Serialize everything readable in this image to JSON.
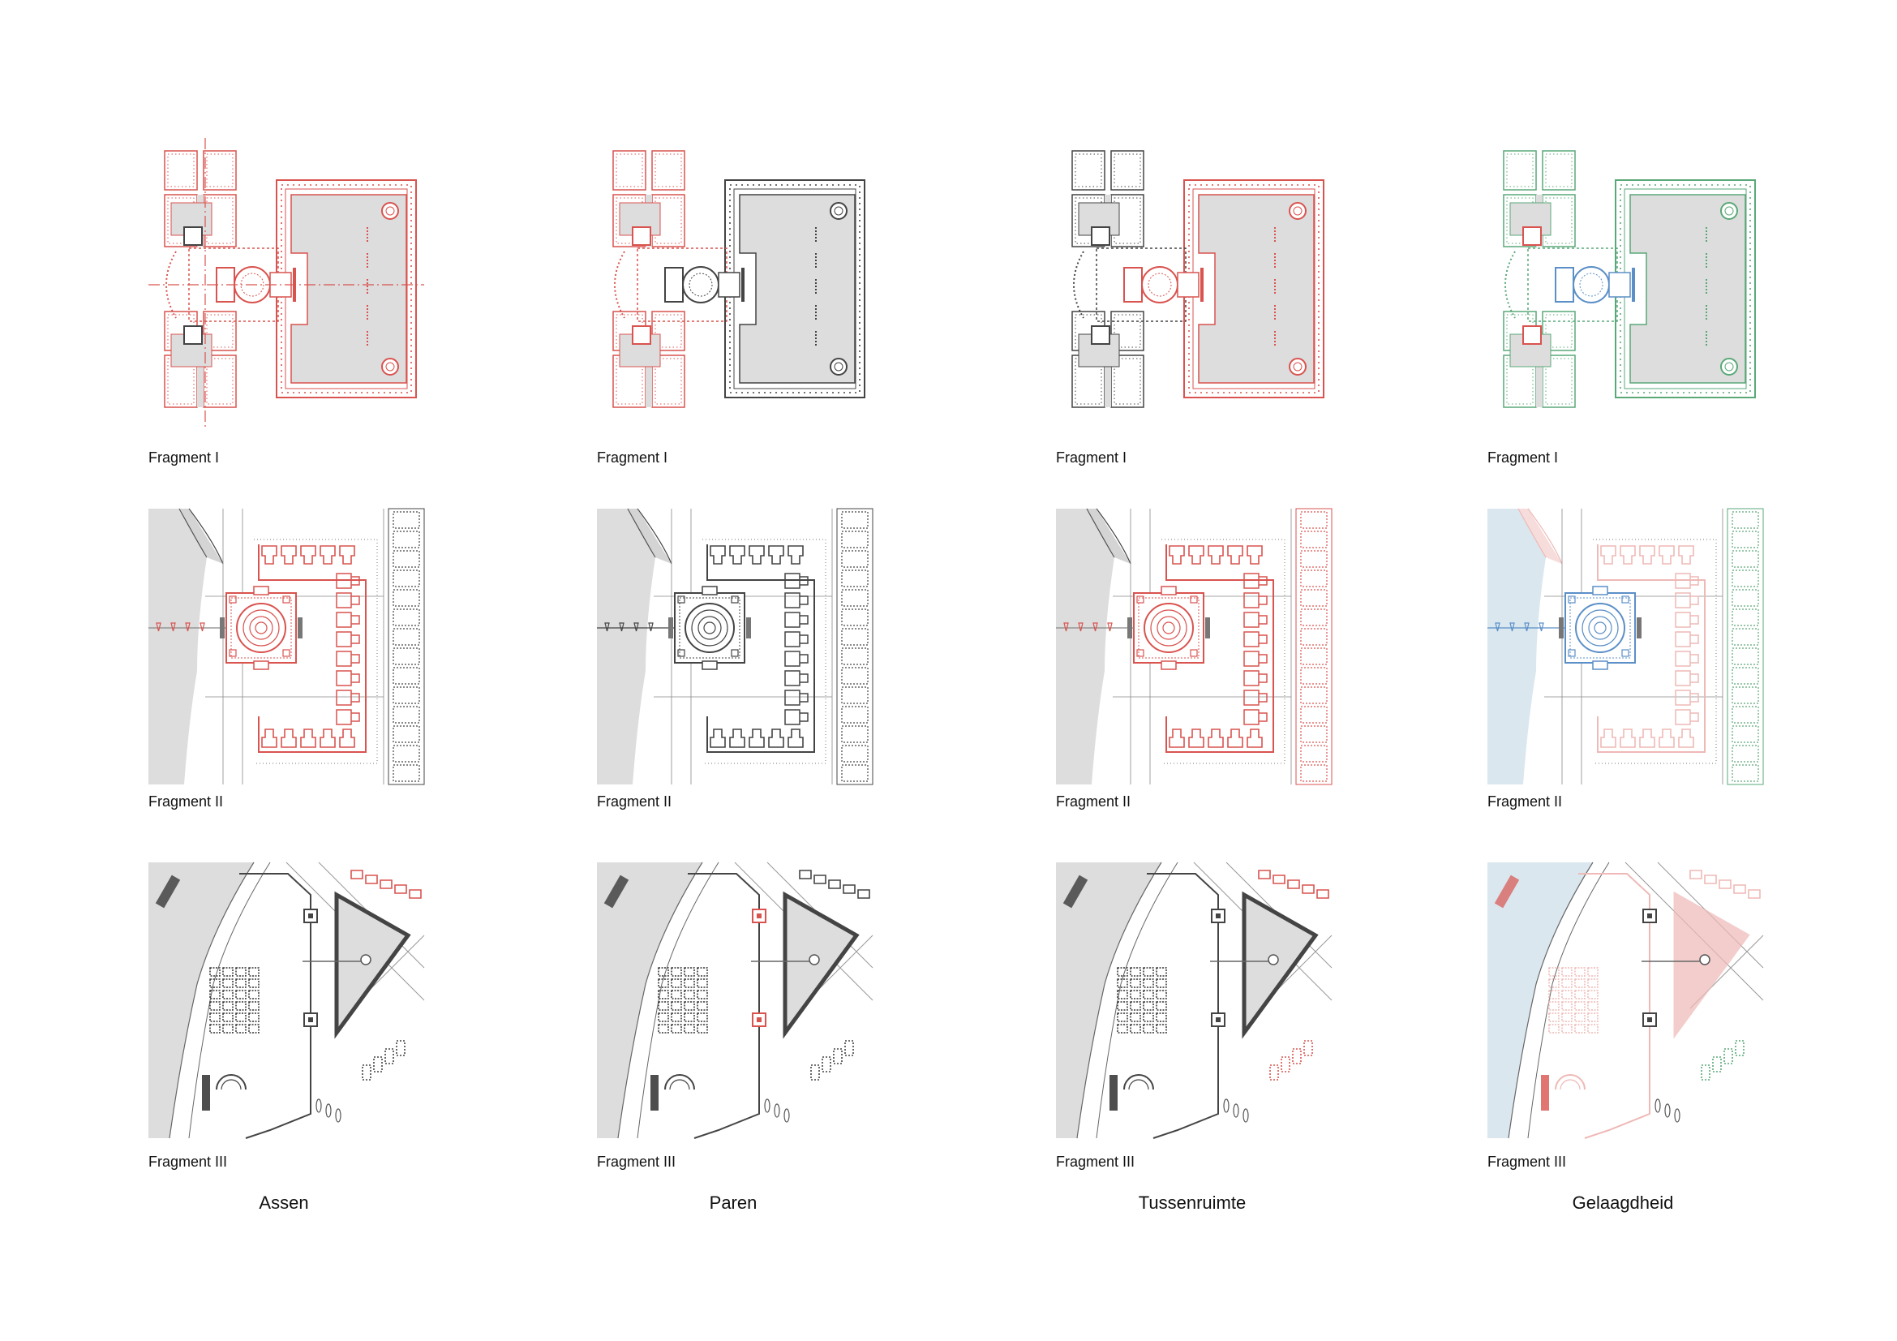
{
  "columns": [
    {
      "title": "Assen",
      "scheme": "assen"
    },
    {
      "title": "Paren",
      "scheme": "paren"
    },
    {
      "title": "Tussenruimte",
      "scheme": "tussen"
    },
    {
      "title": "Gelaagdheid",
      "scheme": "gelaag"
    }
  ],
  "rows": [
    {
      "caption": "Fragment I"
    },
    {
      "caption": "Fragment II"
    },
    {
      "caption": "Fragment III"
    }
  ],
  "colors": {
    "red": "#d9534f",
    "gray": "#444444",
    "lightgray": "#dddddd",
    "green": "#5aa878",
    "blue": "#5b8fc7",
    "water": "#dbe7ef",
    "pink": "#eeb9b6"
  }
}
